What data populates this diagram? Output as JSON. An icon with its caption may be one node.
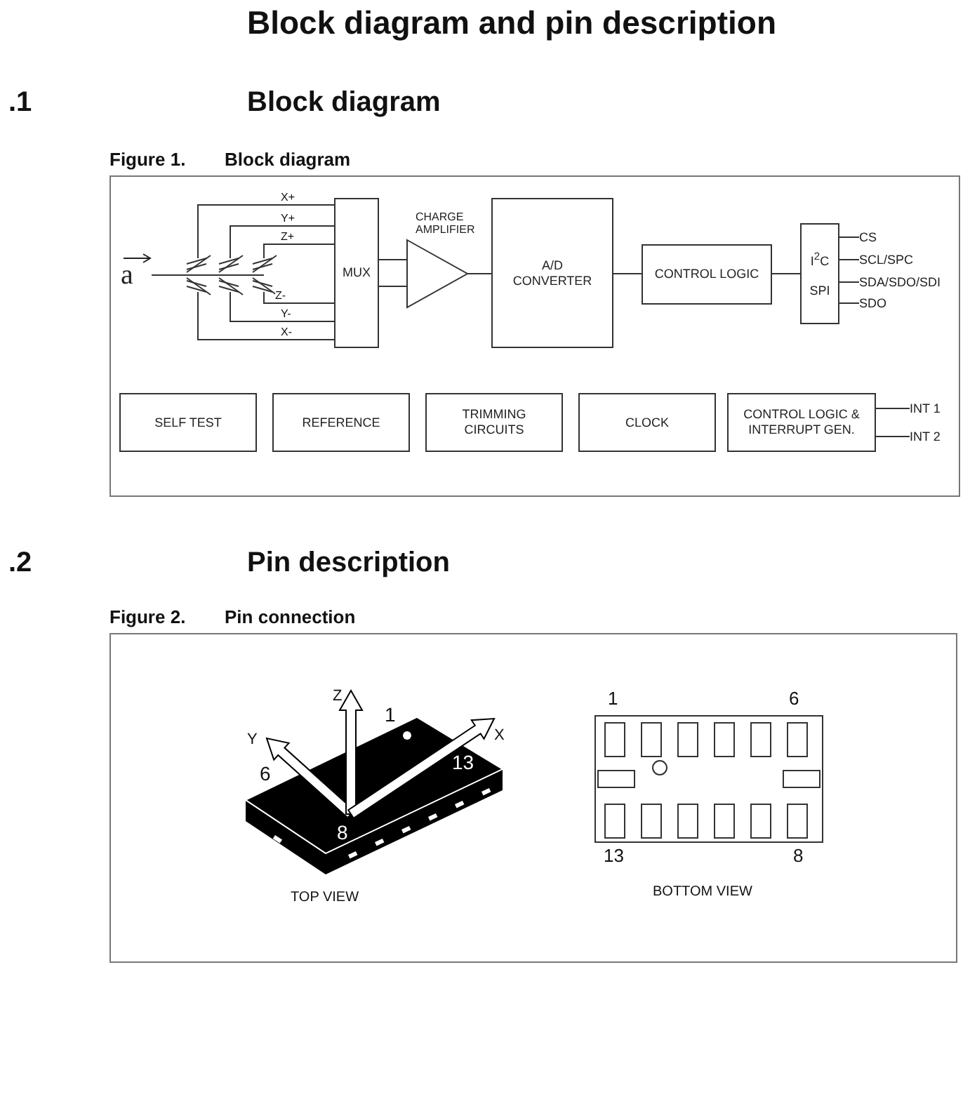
{
  "diagram": {
    "title": "Block diagram and pin description",
    "nodes": [
      {
        "text": [
          "a"
        ]
      },
      {
        "text": [],
        "shape": "capacitor"
      },
      {
        "text": [
          "MUX"
        ]
      },
      {
        "text": [
          "CHARGE AMPLIFIER"
        ]
      },
      {
        "text": [
          "A/D CONVERTER"
        ]
      },
      {
        "text": [
          "CONTROL LOGIC"
        ]
      },
      {
        "text": [
          "I$^{2}$C",
          "SPI"
        ]
      },
      {
        "text": [
          "CS"
        ]
      },
      {
        "text": [
          "SCL/SPC"
        ]
      },
      {
        "text": [
          "SDA/SDO/SDI"
        ]
      },
      {
        "text": [
          "SDO"
        ]
      },
      {
        "text": [
          "SELF TEST"
        ]
      },
      {
        "text": [
          "REFERENCE"
        ]
      },
      {
        "text": [
          "TRIMMING CIRCUITS"
        ]
      },
      {
        "text": [
          "CLOCK"
        ]
      },
      {
        "text": [
          "CONTROL LOGIC & INTERRUPT GEN."
        ]
      },
      {
        "text": [
          "INT 1"
        ]
      },
      {
        "text": [
          "INT 2"
        ]
      }
    ],
    "edges": [
      {
        "from": 0,
        "to": 1,
        "arrow": "none"
      },
      {
        "from": 1,
        "to": 2,
        "arrow": "none",
        "label": "X+"
      },
      {
        "from": 1,
        "to": 2,
        "arrow": "none",
        "label": "Y+"
      },
      {
        "from": 1,
        "to": 2,
        "arrow": "none",
        "label": "Z+"
      },
      {
        "from": 1,
        "to": 2,
        "arrow": "none",
        "label": "Z-"
      },
      {
        "from": 1,
        "to": 2,
        "arrow": "none",
        "label": "Y-"
      },
      {
        "from": 1,
        "to": 2,
        "arrow": "none",
        "label": "X-"
      },
      {
        "from": 2,
        "to": 3,
        "arrow": "none"
      },
      {
        "from": 2,
        "to": 3,
        "arrow": "none"
      },
      {
        "from": 3,
        "to": 4,
        "arrow": "none"
      },
      {
        "from": 4,
        "to": 5,
        "arrow": "none"
      },
      {
        "from": 5,
        "to": 6,
        "arrow": "none"
      },
      {
        "from": 6,
        "to": 7,
        "arrow": "none"
      },
      {
        "from": 6,
        "to": 8,
        "arrow": "none"
      },
      {
        "from": 6,
        "to": 9,
        "arrow": "none"
      },
      {
        "from": 6,
        "to": 10,
        "arrow": "none"
      },
      {
        "from": 15,
        "to": 16,
        "arrow": "none"
      },
      {
        "from": 15,
        "to": 17,
        "arrow": "none"
      }
    ],
    "labels": [
      ".1",
      "Block diagram",
      "Figure 1.",
      "Block diagram",
      ".2",
      "Pin description",
      "Figure 2.",
      "Pin connection",
      "Z",
      "1",
      "Y",
      "X",
      "13",
      "6",
      "8",
      "TOP VIEW",
      "1",
      "6",
      "13",
      "8",
      "BOTTOM VIEW"
    ]
  }
}
